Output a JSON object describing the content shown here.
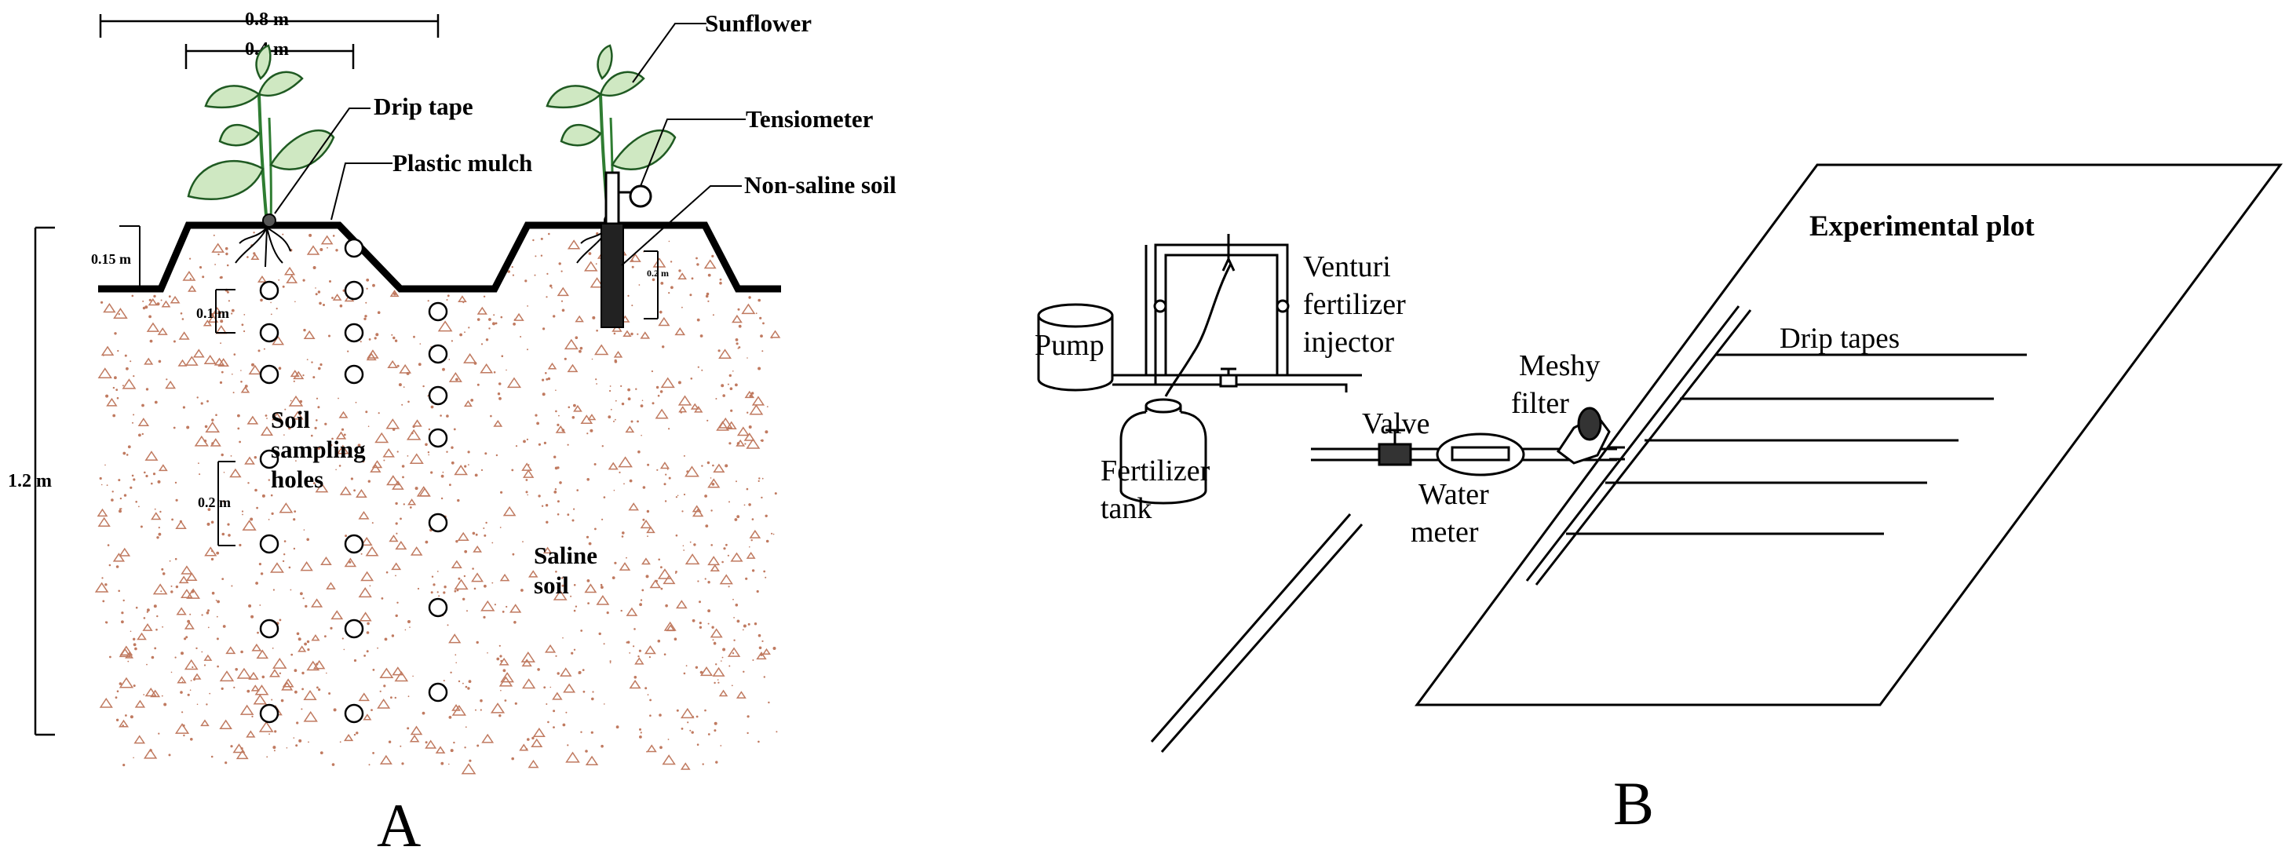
{
  "panelA": {
    "panel_label": "A",
    "dim_08": "0.8 m",
    "dim_04": "0.4 m",
    "dim_015": "0.15 m",
    "dim_01": "0.1 m",
    "dim_02": "0.2 m",
    "dim_12": "1.2 m",
    "dim_tens": "0.2 m",
    "sunflower": "Sunflower",
    "drip_tape": "Drip tape",
    "plastic_mulch": "Plastic mulch",
    "tensiometer": "Tensiometer",
    "non_saline": "Non-saline soil",
    "soil_holes": [
      "Soil",
      "sampling",
      "holes"
    ],
    "saline": [
      "Saline",
      "soil"
    ],
    "colors": {
      "soil_dot": "#c07a60",
      "ridge": "#000000",
      "plant": "#2f7d32"
    }
  },
  "panelB": {
    "panel_label": "B",
    "venturi": [
      "Venturi",
      "fertilizer",
      "injector"
    ],
    "pump": "Pump",
    "fertilizer_tank": [
      "Fertilizer",
      "tank"
    ],
    "valve": "Valve",
    "water_meter": [
      "Water",
      "meter"
    ],
    "meshy_filter": [
      "Meshy",
      "filter"
    ],
    "experimental_plot": "Experimental plot",
    "drip_tapes": "Drip tapes"
  }
}
